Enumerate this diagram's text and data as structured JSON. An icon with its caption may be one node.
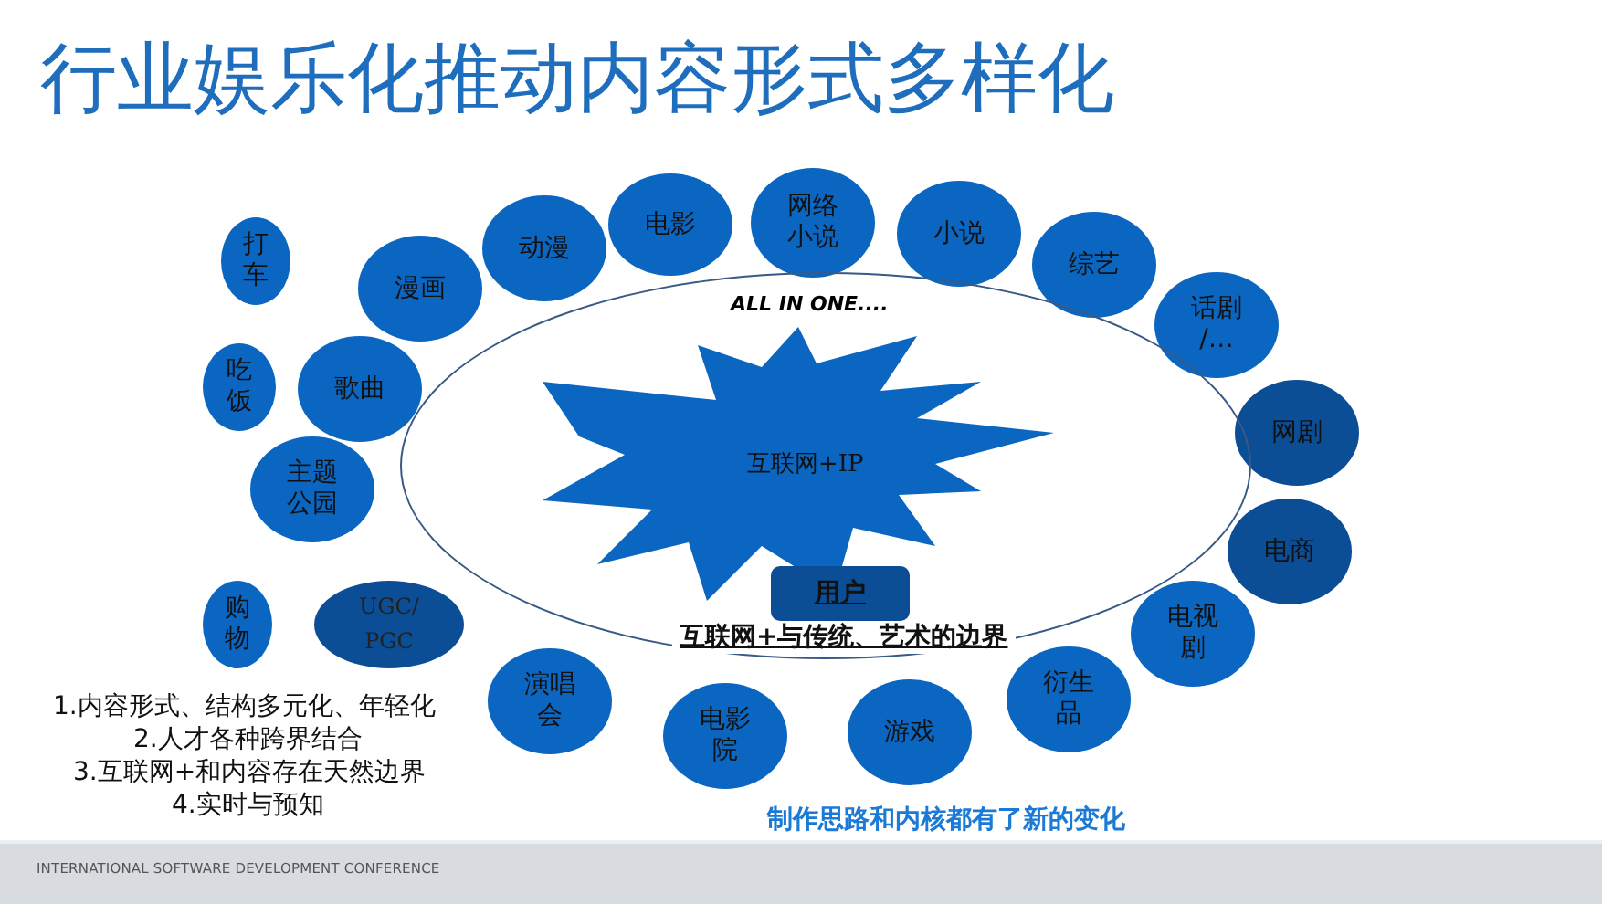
{
  "diagram": {
    "title": "行业娱乐化推动内容形式多样化",
    "nodes": [
      {
        "text": [
          "ALL IN ONE...."
        ]
      },
      {
        "text": [
          "互联网+IP"
        ],
        "in": 0
      },
      {
        "text": [
          "用户"
        ],
        "in": 0
      },
      {
        "text": [
          "打车"
        ]
      },
      {
        "text": [
          "漫画"
        ]
      },
      {
        "text": [
          "动漫"
        ]
      },
      {
        "text": [
          "电影"
        ]
      },
      {
        "text": [
          "网络小说"
        ]
      },
      {
        "text": [
          "小说"
        ]
      },
      {
        "text": [
          "综艺"
        ]
      },
      {
        "text": [
          "话剧/…"
        ]
      },
      {
        "text": [
          "吃饭"
        ]
      },
      {
        "text": [
          "歌曲"
        ]
      },
      {
        "text": [
          "网剧"
        ]
      },
      {
        "text": [
          "主题公园"
        ]
      },
      {
        "text": [
          "电商"
        ]
      },
      {
        "text": [
          "购物"
        ]
      },
      {
        "text": [
          "UGC/PGC"
        ]
      },
      {
        "text": [
          "电视剧"
        ]
      },
      {
        "text": [
          "演唱会"
        ]
      },
      {
        "text": [
          "衍生品"
        ]
      },
      {
        "text": [
          "电影院"
        ]
      },
      {
        "text": [
          "游戏"
        ]
      }
    ],
    "labels": [
      "互联网+与传统、艺术的边界",
      "1.内容形式、结构多元化、年轻化",
      "2.人才各种跨界结合",
      "3.互联网+和内容存在天然边界",
      "4.实时与预知",
      "制作思路和内核都有了新的变化",
      "INTERNATIONAL SOFTWARE DEVELOPMENT CONFERENCE"
    ]
  }
}
